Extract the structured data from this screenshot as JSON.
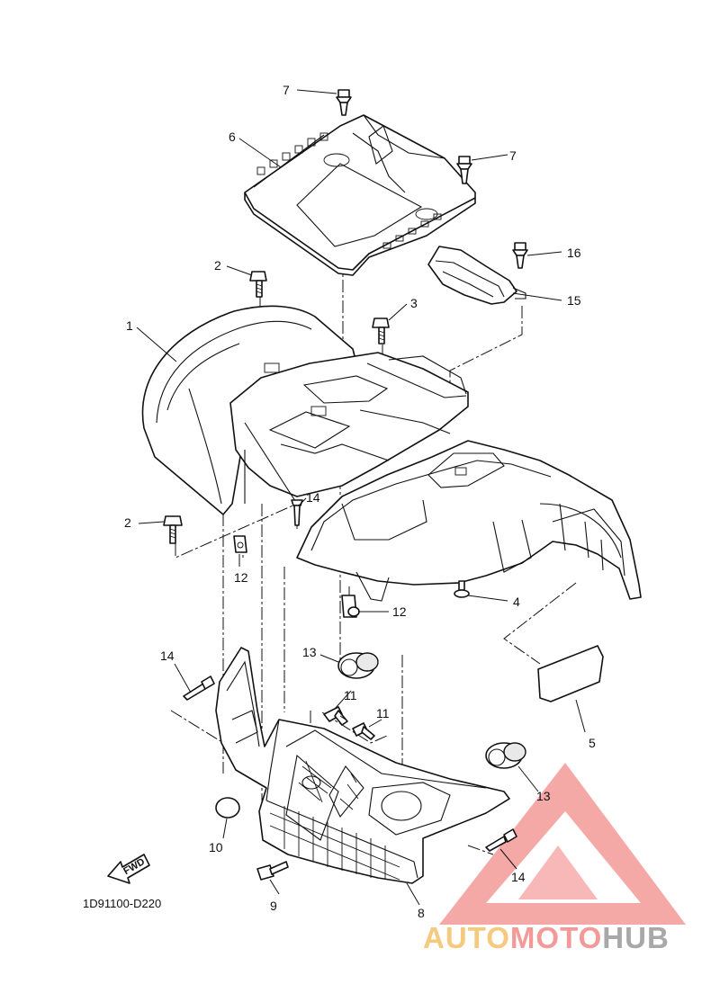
{
  "callouts": [
    {
      "id": "c1",
      "text": "1"
    },
    {
      "id": "c2a",
      "text": "2"
    },
    {
      "id": "c2b",
      "text": "2"
    },
    {
      "id": "c3",
      "text": "3"
    },
    {
      "id": "c4",
      "text": "4"
    },
    {
      "id": "c5",
      "text": "5"
    },
    {
      "id": "c6",
      "text": "6"
    },
    {
      "id": "c7a",
      "text": "7"
    },
    {
      "id": "c7b",
      "text": "7"
    },
    {
      "id": "c8",
      "text": "8"
    },
    {
      "id": "c9",
      "text": "9"
    },
    {
      "id": "c10",
      "text": "10"
    },
    {
      "id": "c11a",
      "text": "11"
    },
    {
      "id": "c11b",
      "text": "11"
    },
    {
      "id": "c12a",
      "text": "12"
    },
    {
      "id": "c12b",
      "text": "12"
    },
    {
      "id": "c13a",
      "text": "13"
    },
    {
      "id": "c13b",
      "text": "13"
    },
    {
      "id": "c14a",
      "text": "14"
    },
    {
      "id": "c14b",
      "text": "14"
    },
    {
      "id": "c14c",
      "text": "14"
    },
    {
      "id": "c15",
      "text": "15"
    },
    {
      "id": "c16",
      "text": "16"
    }
  ],
  "fwd_label": "FWD",
  "diagram_code": "1D91100-D220",
  "watermark": {
    "part1": "AUTO",
    "part2": "MOTO",
    "part3": "HUB",
    "colors": {
      "auto": "#f5c97e",
      "moto": "#f39a98",
      "hub": "#a8a8a8",
      "triangle": "#f39a98"
    }
  }
}
